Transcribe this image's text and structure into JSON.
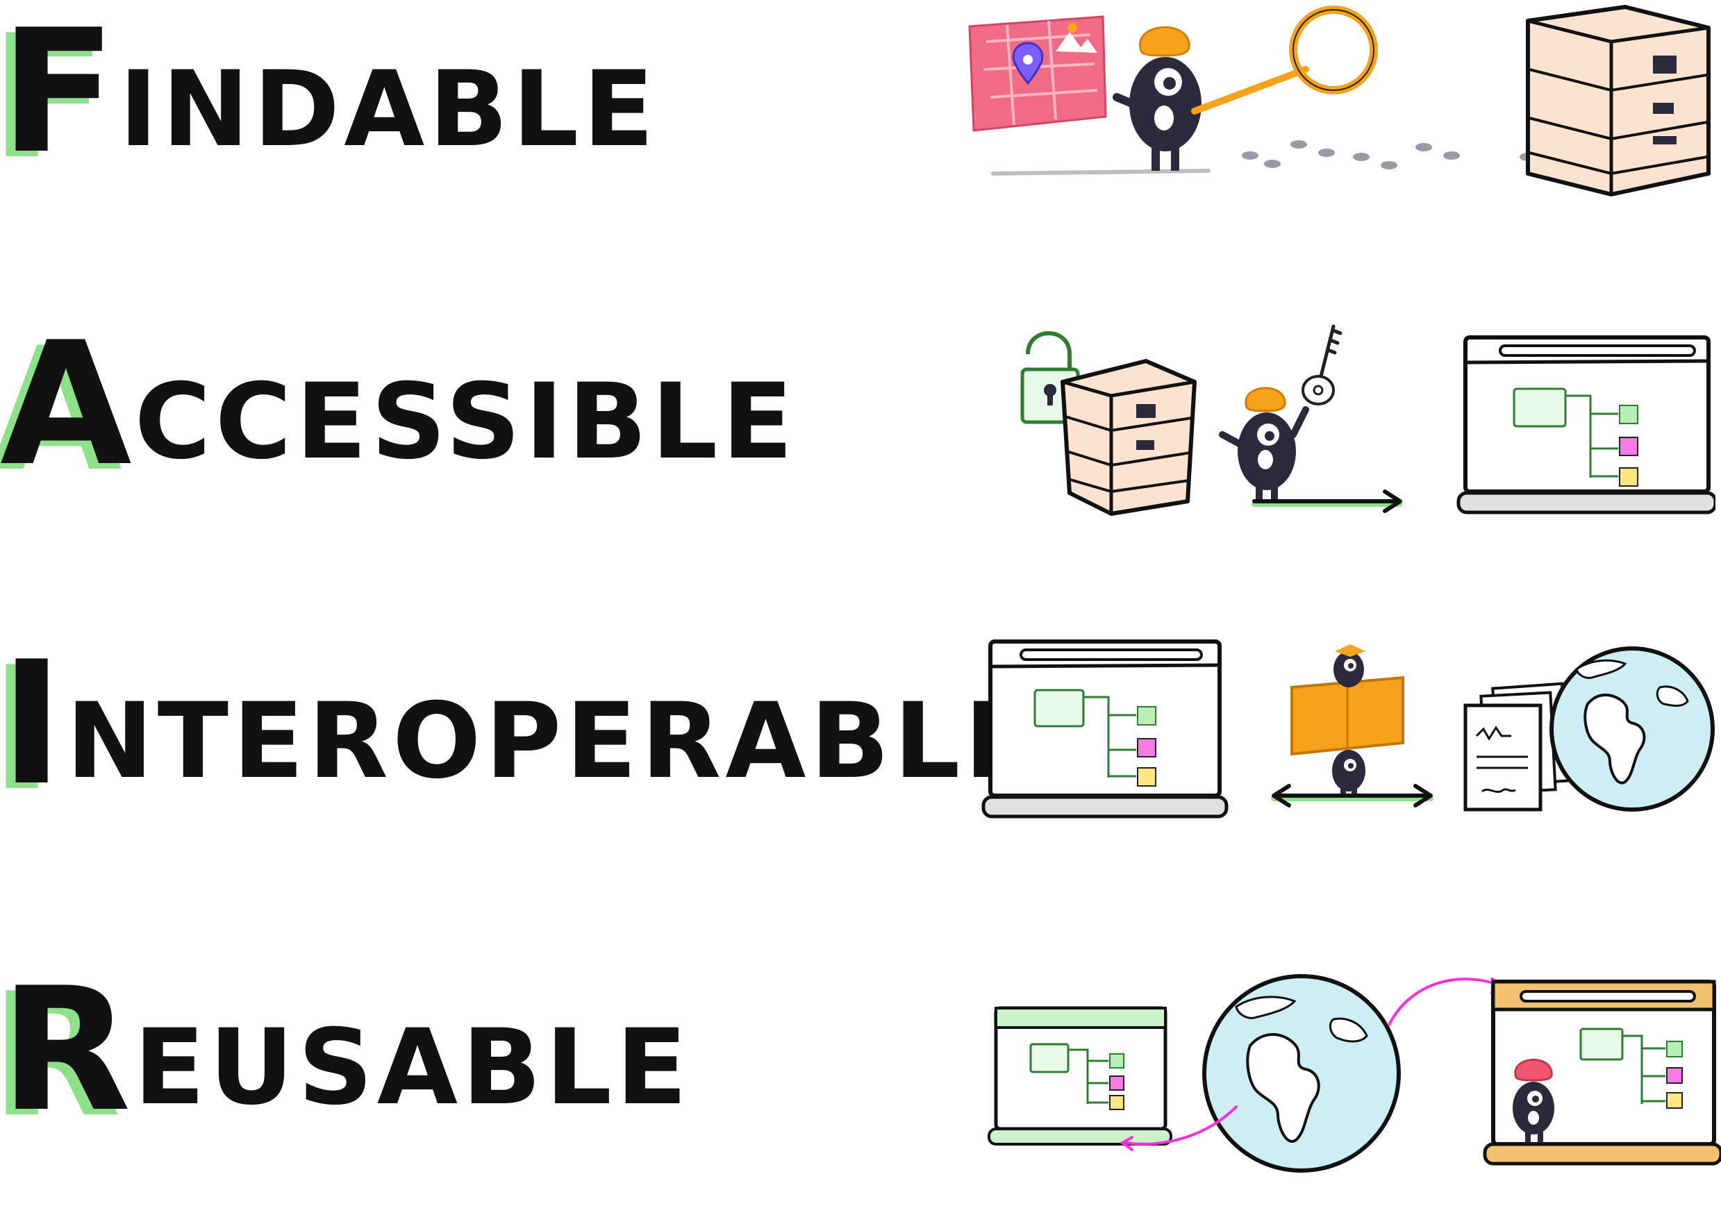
{
  "principles": [
    {
      "initial": "F",
      "rest": "INDABLE"
    },
    {
      "initial": "A",
      "rest": "CCESSIBLE"
    },
    {
      "initial": "I",
      "rest": "NTEROPERABLE"
    },
    {
      "initial": "R",
      "rest": "EUSABLE"
    }
  ],
  "colors": {
    "ink": "#111111",
    "accent_green": "#8fe08a",
    "map_pink": "#f06b85",
    "hat_orange": "#f7a21b",
    "server_peach": "#fbe3d0",
    "globe_blue": "#cdeef5",
    "magenta_arrow": "#ff2ee0",
    "laptop_orange": "#f3c271",
    "laptop_green": "#ccf2cc"
  },
  "icons": {
    "row_findable": [
      "map-icon",
      "character-icon",
      "magnifier-icon",
      "footprints-icon",
      "server-icon"
    ],
    "row_accessible": [
      "padlock-icon",
      "server-icon",
      "character-icon",
      "key-icon",
      "arrow-icon",
      "laptop-icon"
    ],
    "row_interoperable": [
      "laptop-icon",
      "book-icon",
      "character-icon",
      "double-arrow-icon",
      "documents-icon",
      "globe-icon"
    ],
    "row_reusable": [
      "laptop-icon",
      "globe-icon",
      "magenta-arrow-icon",
      "laptop-icon",
      "character-icon"
    ]
  }
}
